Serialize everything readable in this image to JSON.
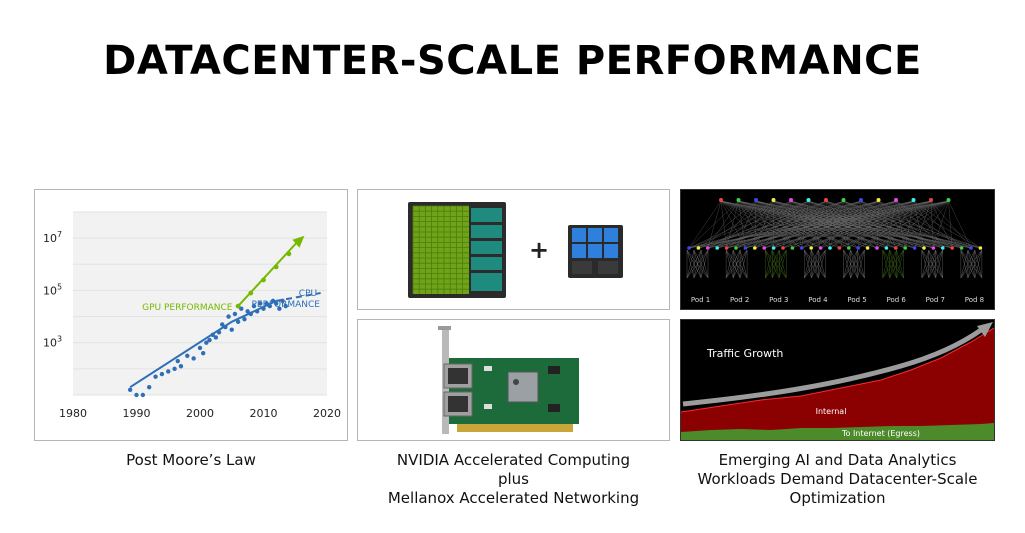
{
  "title": "DATACENTER-SCALE PERFORMANCE",
  "colors": {
    "gpu_green": "#76b900",
    "cpu_blue": "#2e6fb7",
    "traffic_red": "#8b0000",
    "egress_green": "#4c8a2a"
  },
  "left_panel": {
    "caption": "Post Moore’s Law",
    "chart_data": {
      "type": "scatter",
      "x_ticks": [
        "1980",
        "1990",
        "2000",
        "2010",
        "2020"
      ],
      "y_ticks": [
        {
          "base": "10",
          "exp": "3",
          "value": 1000
        },
        {
          "base": "10",
          "exp": "5",
          "value": 100000
        },
        {
          "base": "10",
          "exp": "7",
          "value": 10000000
        }
      ],
      "xlim": [
        1980,
        2020
      ],
      "ylim_log10": [
        1,
        8
      ],
      "y_scale": "log",
      "series": [
        {
          "name": "GPU PERFORMANCE",
          "color": "#76b900",
          "points": [
            [
              2006,
              4.4
            ],
            [
              2008,
              4.9
            ],
            [
              2010,
              5.4
            ],
            [
              2012,
              5.9
            ],
            [
              2014,
              6.4
            ]
          ],
          "trend": [
            [
              2006,
              4.4
            ],
            [
              2015.5,
              6.9
            ]
          ]
        },
        {
          "name": "CPU PERFORMANCE",
          "color": "#2e6fb7",
          "points": [
            [
              1989,
              1.2
            ],
            [
              1990,
              1.0
            ],
            [
              1991,
              1.0
            ],
            [
              1992,
              1.3
            ],
            [
              1993,
              1.7
            ],
            [
              1994,
              1.8
            ],
            [
              1995,
              1.9
            ],
            [
              1996,
              2.0
            ],
            [
              1996.5,
              2.3
            ],
            [
              1997,
              2.1
            ],
            [
              1998,
              2.5
            ],
            [
              1999,
              2.4
            ],
            [
              2000,
              2.8
            ],
            [
              2000.5,
              2.6
            ],
            [
              2001,
              3.0
            ],
            [
              2001.5,
              3.1
            ],
            [
              2002,
              3.3
            ],
            [
              2002.5,
              3.2
            ],
            [
              2003,
              3.4
            ],
            [
              2003.5,
              3.7
            ],
            [
              2004,
              3.6
            ],
            [
              2004.5,
              4.0
            ],
            [
              2005,
              3.5
            ],
            [
              2005.5,
              4.1
            ],
            [
              2006,
              3.8
            ],
            [
              2006.5,
              4.3
            ],
            [
              2007,
              3.9
            ],
            [
              2007.5,
              4.2
            ],
            [
              2008,
              4.1
            ],
            [
              2008.5,
              4.4
            ],
            [
              2009,
              4.2
            ],
            [
              2009.5,
              4.5
            ],
            [
              2010,
              4.3
            ],
            [
              2010.5,
              4.5
            ],
            [
              2011,
              4.4
            ],
            [
              2011.5,
              4.6
            ],
            [
              2012,
              4.5
            ],
            [
              2012.5,
              4.3
            ],
            [
              2013,
              4.6
            ],
            [
              2013.5,
              4.4
            ]
          ],
          "trend_solid": [
            [
              1989,
              1.3
            ],
            [
              2005,
              3.8
            ],
            [
              2012,
              4.6
            ]
          ],
          "trend_dashed": [
            [
              2012,
              4.6
            ],
            [
              2019,
              4.9
            ]
          ]
        }
      ],
      "grid": true
    }
  },
  "center_top": {
    "plus": "+"
  },
  "center_bottom": {},
  "center_caption": [
    "NVIDIA Accelerated Computing",
    "plus",
    "Mellanox Accelerated Networking"
  ],
  "right_top": {
    "pods": [
      "Pod 1",
      "Pod 2",
      "Pod 3",
      "Pod 4",
      "Pod 5",
      "Pod 6",
      "Pod 7",
      "Pod 8"
    ]
  },
  "right_bottom": {
    "label_growth": "Traffic Growth",
    "label_internal": "Internal",
    "label_egress": "To Internet (Egress)"
  },
  "right_caption": [
    "Emerging AI and Data Analytics",
    "Workloads Demand Datacenter-Scale",
    "Optimization"
  ]
}
